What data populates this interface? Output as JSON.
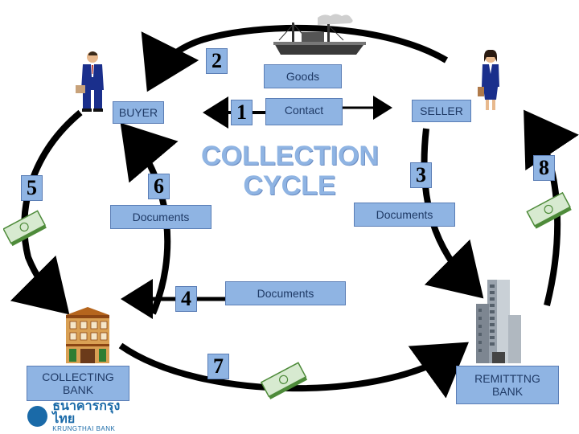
{
  "title_lines": [
    "COLLECTION",
    "CYCLE"
  ],
  "labels": {
    "goods": "Goods",
    "contact": "Contact",
    "buyer": "BUYER",
    "seller": "SELLER",
    "documents_left": "Documents",
    "documents_right": "Documents",
    "documents_center": "Documents",
    "collecting_bank": [
      "COLLECTING",
      "BANK"
    ],
    "remitting_bank": [
      "REMITTTNG",
      "BANK"
    ]
  },
  "steps": {
    "s1": "1",
    "s2": "2",
    "s3": "3",
    "s4": "4",
    "s5": "5",
    "s6": "6",
    "s7": "7",
    "s8": "8"
  },
  "logo": {
    "thai": "ธนาคารกรุงไทย",
    "en": "KRUNGTHAI BANK"
  },
  "colors": {
    "box_fill": "#8fb4e3",
    "title": "#8fb4e3",
    "arrow": "#000000"
  },
  "icons": [
    "ship-icon",
    "buyer-person-icon",
    "seller-person-icon",
    "collecting-bank-building-icon",
    "remitting-bank-tower-icon",
    "money-stack-icon"
  ]
}
